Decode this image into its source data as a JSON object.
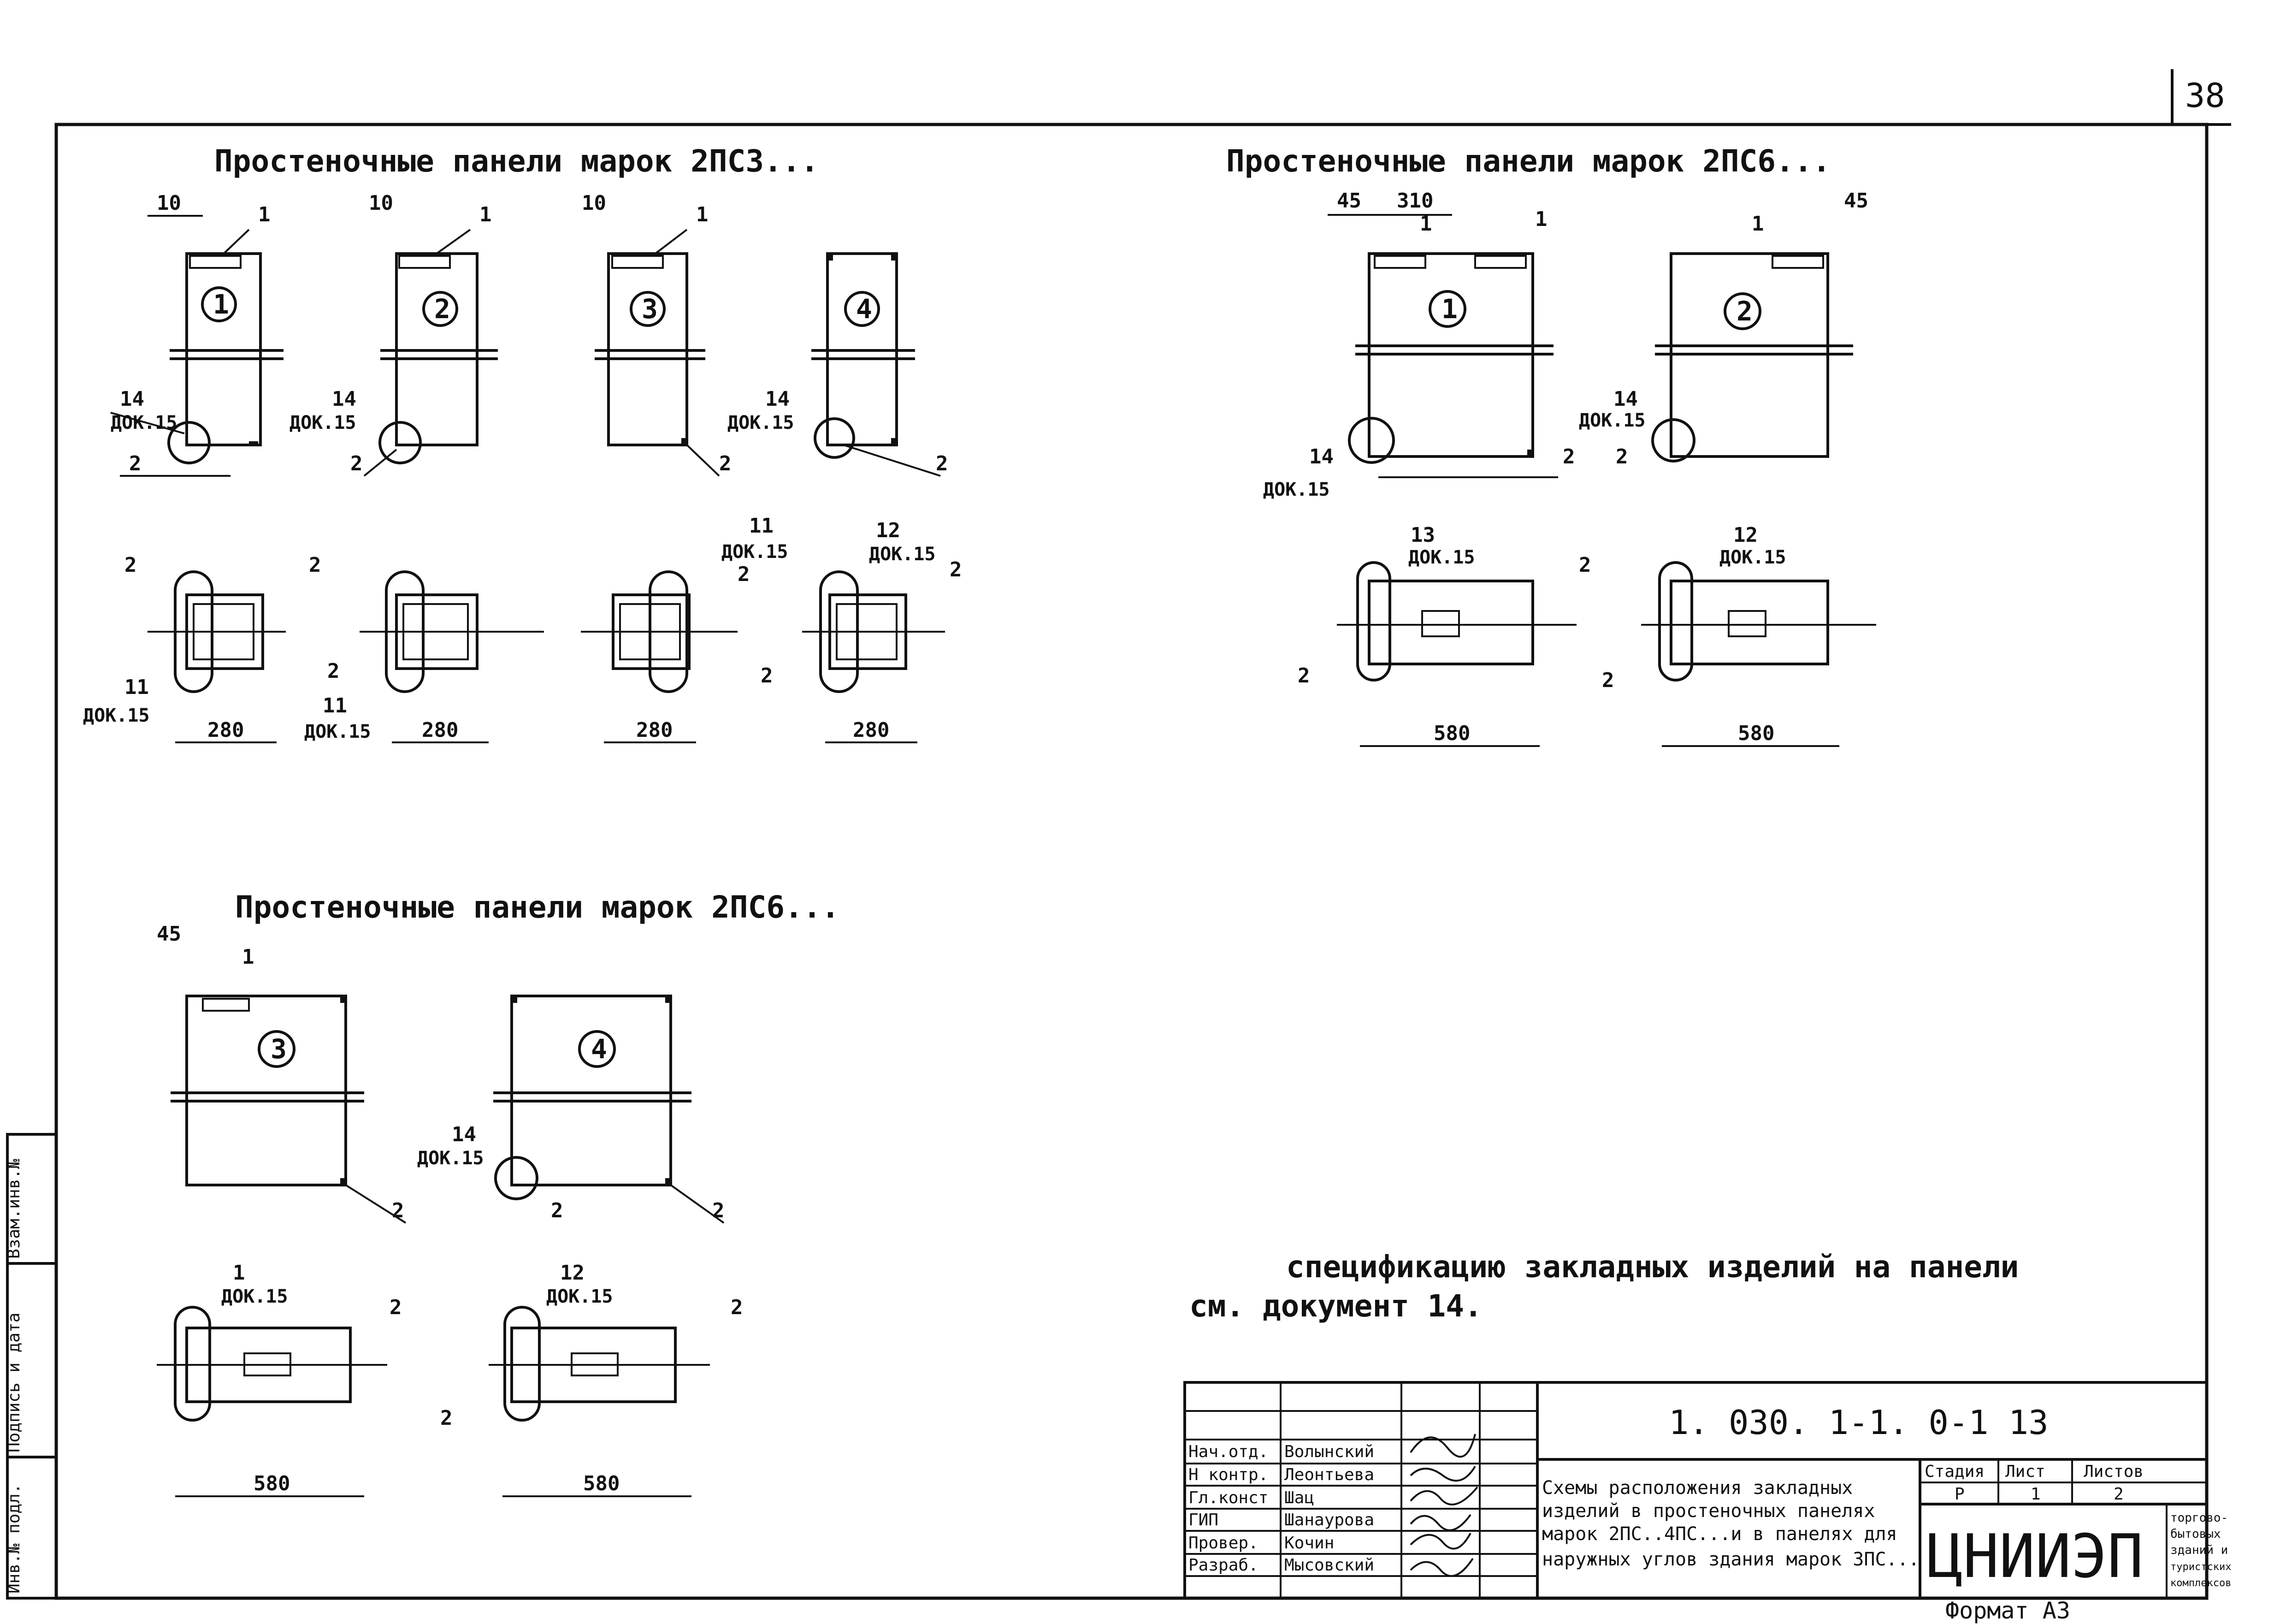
{
  "sheet_number": "38",
  "sections": {
    "top_left_title": "Простеночные панели марок 2ПС3...",
    "top_right_title": "Простеночные панели марок 2ПС6...",
    "bottom_left_title": "Простеночные панели марок 2ПС6..."
  },
  "labels": {
    "dim_10": "10",
    "dim_45": "45",
    "dim_310": "310",
    "dim_280": "280",
    "dim_580": "580",
    "pos_1": "1",
    "pos_2": "2",
    "pos_11": "11",
    "pos_12": "12",
    "pos_13": "13",
    "pos_14": "14",
    "doc_15": "ДОК.15"
  },
  "panel_numbers": [
    "1",
    "2",
    "3",
    "4"
  ],
  "note": {
    "line1": "спецификацию закладных изделий на панели",
    "line2": "см. документ 14."
  },
  "title_block": {
    "code": "1. 030. 1-1. 0-1   13",
    "description": [
      "Схемы расположения закладных",
      "изделий в простеночных панелях",
      "марок 2ПС..4ПС...и в панелях для",
      "наружных углов здания марок 3ПС..."
    ],
    "stage_label": "Стадия",
    "sheet_label": "Лист",
    "sheets_label": "Листов",
    "stage": "Р",
    "sheet": "1",
    "sheets": "2",
    "org_logo": "ЦНИИЭП",
    "org_desc": [
      "торгово-",
      "бытовых",
      "зданий и",
      "туристских",
      "комплексов"
    ],
    "format": "Формат А3",
    "staff": [
      {
        "role": "Нач.отд.",
        "name": "Волынский"
      },
      {
        "role": "Н контр.",
        "name": "Леонтьева"
      },
      {
        "role": "Гл.конст",
        "name": "Шац"
      },
      {
        "role": "ГИП",
        "name": "Шанаурова"
      },
      {
        "role": "Провер.",
        "name": "Кочин"
      },
      {
        "role": "Разраб.",
        "name": "Мысовский"
      }
    ]
  },
  "side_stamp": [
    "Инв.№ подл.",
    "Подпись и дата",
    "Взам.инв.№"
  ]
}
